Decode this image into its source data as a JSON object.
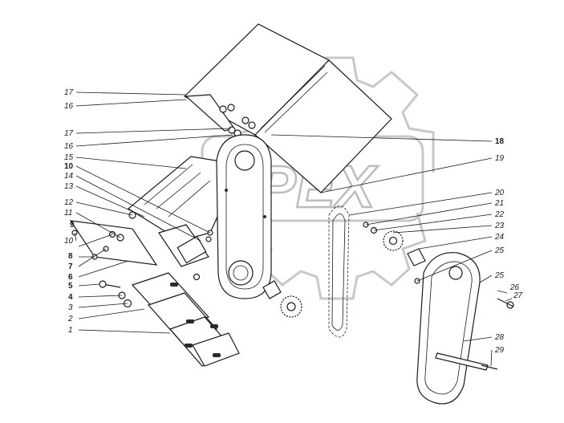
{
  "watermark": {
    "text": "OPEX"
  },
  "callouts": {
    "c1": "1",
    "c2": "2",
    "c3": "3",
    "c4": "4",
    "c5": "5",
    "c6": "6",
    "c7": "7",
    "c8": "8",
    "c9": "9",
    "c10": "10",
    "c10b": "10",
    "c11": "11",
    "c12": "12",
    "c13": "13",
    "c14": "14",
    "c15": "15",
    "c16a": "16",
    "c16b": "16",
    "c17a": "17",
    "c17b": "17",
    "c18": "18",
    "c19": "19",
    "c20": "20",
    "c21": "21",
    "c22": "22",
    "c23": "23",
    "c24": "24",
    "c25a": "25",
    "c25b": "25",
    "c26": "26",
    "c27": "27",
    "c28": "28",
    "c29": "29"
  }
}
